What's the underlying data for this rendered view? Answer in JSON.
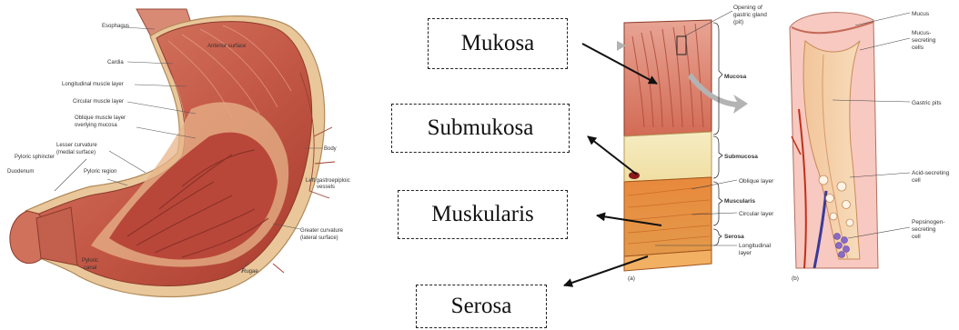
{
  "callouts": {
    "mukosa": "Mukosa",
    "submukosa": "Submukosa",
    "muskularis": "Muskularis",
    "serosa": "Serosa"
  },
  "stomach": {
    "labels": {
      "esophagus": "Esophagus",
      "anterior_surface": "Anterior surface",
      "cardia": "Cardia",
      "longitudinal": "Longitudinal muscle layer",
      "circular": "Circular muscle layer",
      "oblique_1": "Oblique muscle layer",
      "oblique_2": "overlying mucosa",
      "lesser_1": "Lesser curvature",
      "lesser_2": "(medial surface)",
      "pyloric_sphincter": "Pyloric sphincter",
      "duodenum": "Duodenum",
      "pyloric_region": "Pyloric region",
      "body": "Body",
      "left_gastro_1": "Left gastroepiploic",
      "left_gastro_2": "vessels",
      "greater_1": "Greater curvature",
      "greater_2": "(lateral surface)",
      "pyloric_canal_1": "Pyloric",
      "pyloric_canal_2": "canal",
      "rugae": "Rugae"
    }
  },
  "wall": {
    "labels": {
      "opening_1": "Opening of",
      "opening_2": "gastric gland",
      "opening_3": "(pit)",
      "mucosa": "Mucosa",
      "submucosa": "Submucosa",
      "oblique": "Oblique layer",
      "muscularis": "Muscularis",
      "circular": "Circular layer",
      "serosa": "Serosa",
      "longitudinal_1": "Longitudinal",
      "longitudinal_2": "layer",
      "panel_a": "(a)"
    }
  },
  "gland": {
    "labels": {
      "mucus": "Mucus",
      "mucus_sec_1": "Mucus-",
      "mucus_sec_2": "secreting",
      "mucus_sec_3": "cells",
      "gastric_pits": "Gastric pits",
      "acid_1": "Acid-secreting",
      "acid_2": "cell",
      "pepsin_1": "Pepsinogen-",
      "pepsin_2": "secreting",
      "pepsin_3": "cell",
      "panel_b": "(b)"
    }
  }
}
